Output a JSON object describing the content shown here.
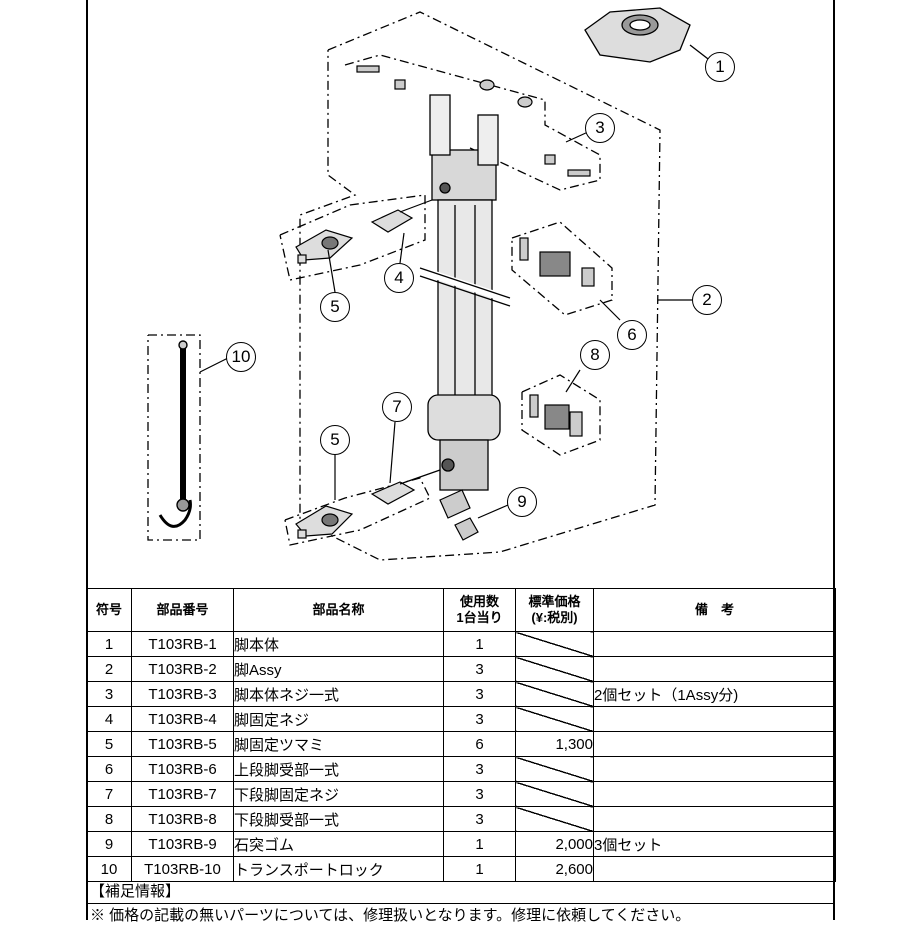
{
  "callouts": [
    "1",
    "2",
    "3",
    "4",
    "5",
    "6",
    "7",
    "8",
    "9",
    "10",
    "5"
  ],
  "table": {
    "headers": {
      "no": "符号",
      "part_no": "部品番号",
      "name": "部品名称",
      "qty_line1": "使用数",
      "qty_line2": "1台当り",
      "price_line1": "標準価格",
      "price_line2": "(¥:税別)",
      "remarks": "備　考"
    },
    "rows": [
      {
        "no": "1",
        "part_no": "T103RB-1",
        "name": "脚本体",
        "qty": "1",
        "price": "",
        "remarks": ""
      },
      {
        "no": "2",
        "part_no": "T103RB-2",
        "name": "脚Assy",
        "qty": "3",
        "price": "",
        "remarks": ""
      },
      {
        "no": "3",
        "part_no": "T103RB-3",
        "name": "脚本体ネジ一式",
        "qty": "3",
        "price": "",
        "remarks": "2個セット（1Assy分)"
      },
      {
        "no": "4",
        "part_no": "T103RB-4",
        "name": "脚固定ネジ",
        "qty": "3",
        "price": "",
        "remarks": ""
      },
      {
        "no": "5",
        "part_no": "T103RB-5",
        "name": "脚固定ツマミ",
        "qty": "6",
        "price": "1,300",
        "remarks": ""
      },
      {
        "no": "6",
        "part_no": "T103RB-6",
        "name": "上段脚受部一式",
        "qty": "3",
        "price": "",
        "remarks": ""
      },
      {
        "no": "7",
        "part_no": "T103RB-7",
        "name": "下段脚固定ネジ",
        "qty": "3",
        "price": "",
        "remarks": ""
      },
      {
        "no": "8",
        "part_no": "T103RB-8",
        "name": "下段脚受部一式",
        "qty": "3",
        "price": "",
        "remarks": ""
      },
      {
        "no": "9",
        "part_no": "T103RB-9",
        "name": "石突ゴム",
        "qty": "1",
        "price": "2,000",
        "remarks": "3個セット"
      },
      {
        "no": "10",
        "part_no": "T103RB-10",
        "name": "トランスポートロック",
        "qty": "1",
        "price": "2,600",
        "remarks": ""
      }
    ]
  },
  "supplement": "【補足情報】",
  "note": "※ 価格の記載の無いパーツについては、修理扱いとなります。修理に依頼してください。"
}
